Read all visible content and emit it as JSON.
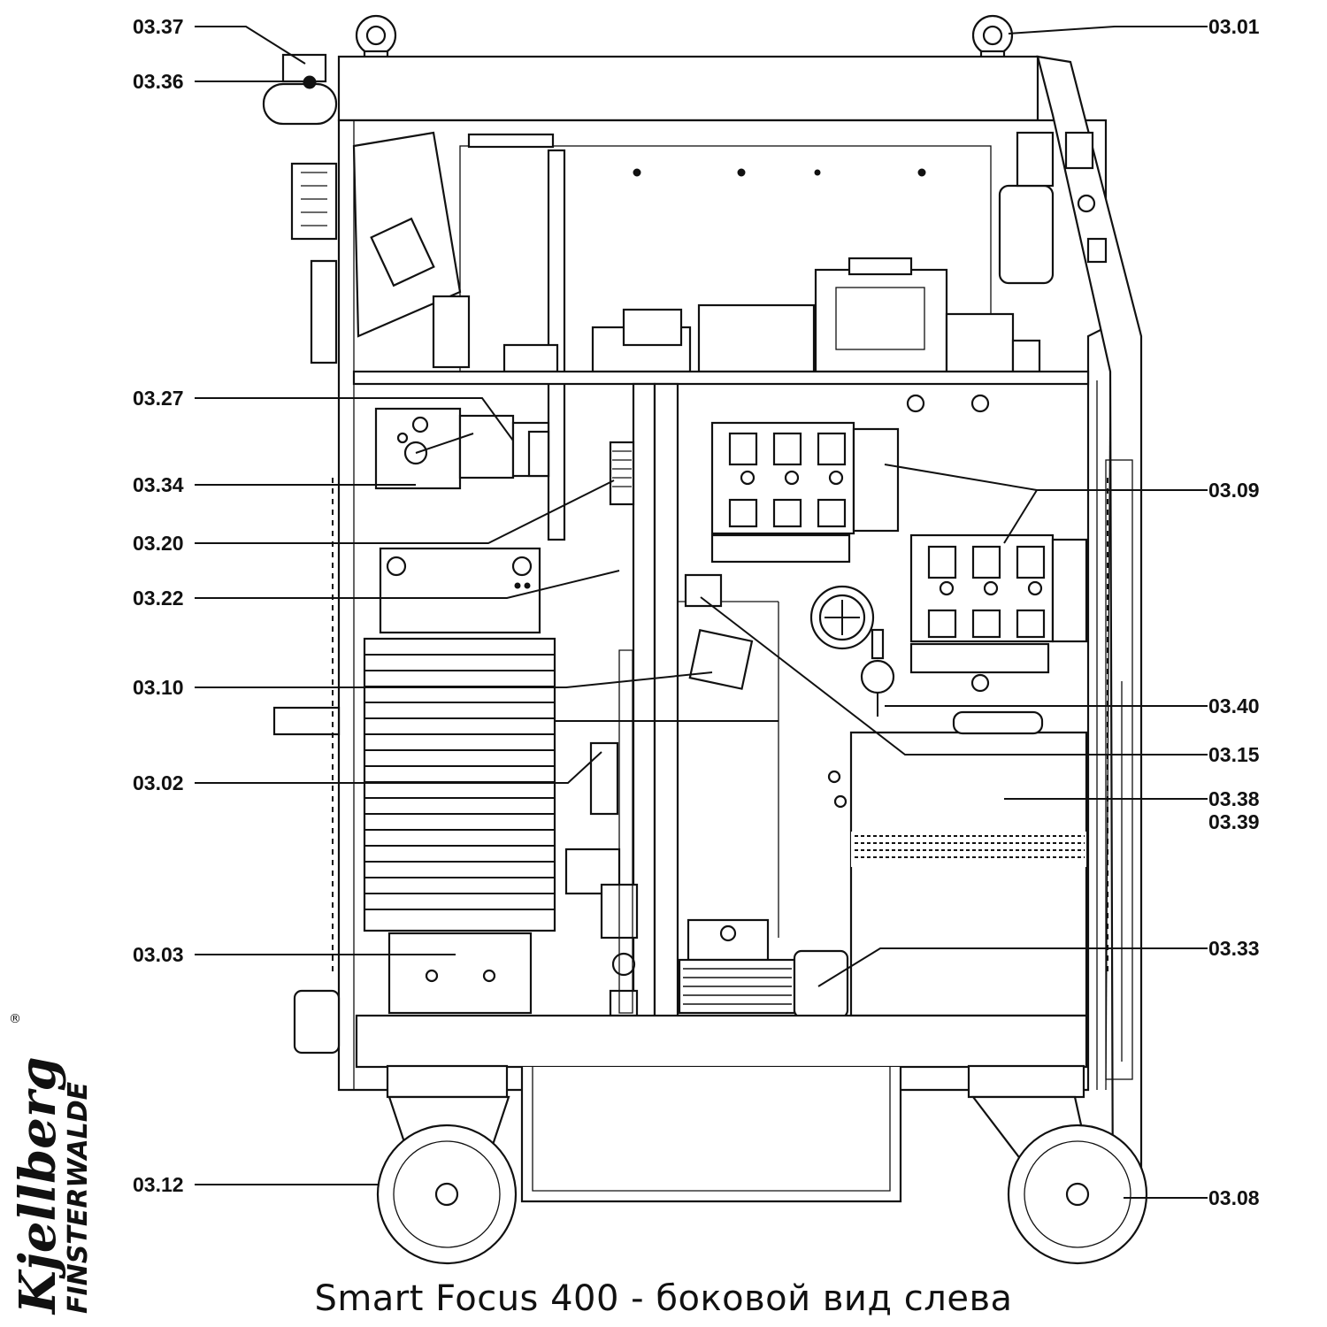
{
  "caption": "Smart Focus 400 - боковой вид слева",
  "logo": {
    "brand": "Kjellberg",
    "location": "FINSTERWALDE",
    "registered_mark": "®"
  },
  "callouts_left": [
    "03.37",
    "03.36",
    "03.27",
    "03.34",
    "03.20",
    "03.22",
    "03.10",
    "03.02",
    "03.03",
    "03.12"
  ],
  "callouts_right": [
    "03.01",
    "03.09",
    "03.40",
    "03.15",
    "03.38",
    "03.39",
    "03.33",
    "03.08"
  ]
}
